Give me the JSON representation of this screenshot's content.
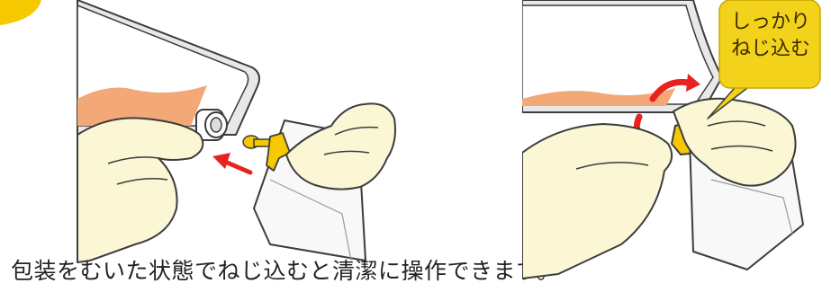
{
  "caption": "包装をむいた状態でねじ込むと清潔に操作できます。",
  "callout": {
    "line1": "しっかり",
    "line2": "ねじ込む"
  },
  "colors": {
    "glove": "#fbf6d4",
    "outline": "#3c3c3c",
    "fluid": "#f3a878",
    "frame": "#e6e6e6",
    "connector": "#f5c800",
    "arrow": "#e8221f",
    "callout_bg": "#f2d21a",
    "badge": "#f5c800"
  },
  "icons": [
    "direction-arrow-icon",
    "rotate-arrow-icon"
  ]
}
